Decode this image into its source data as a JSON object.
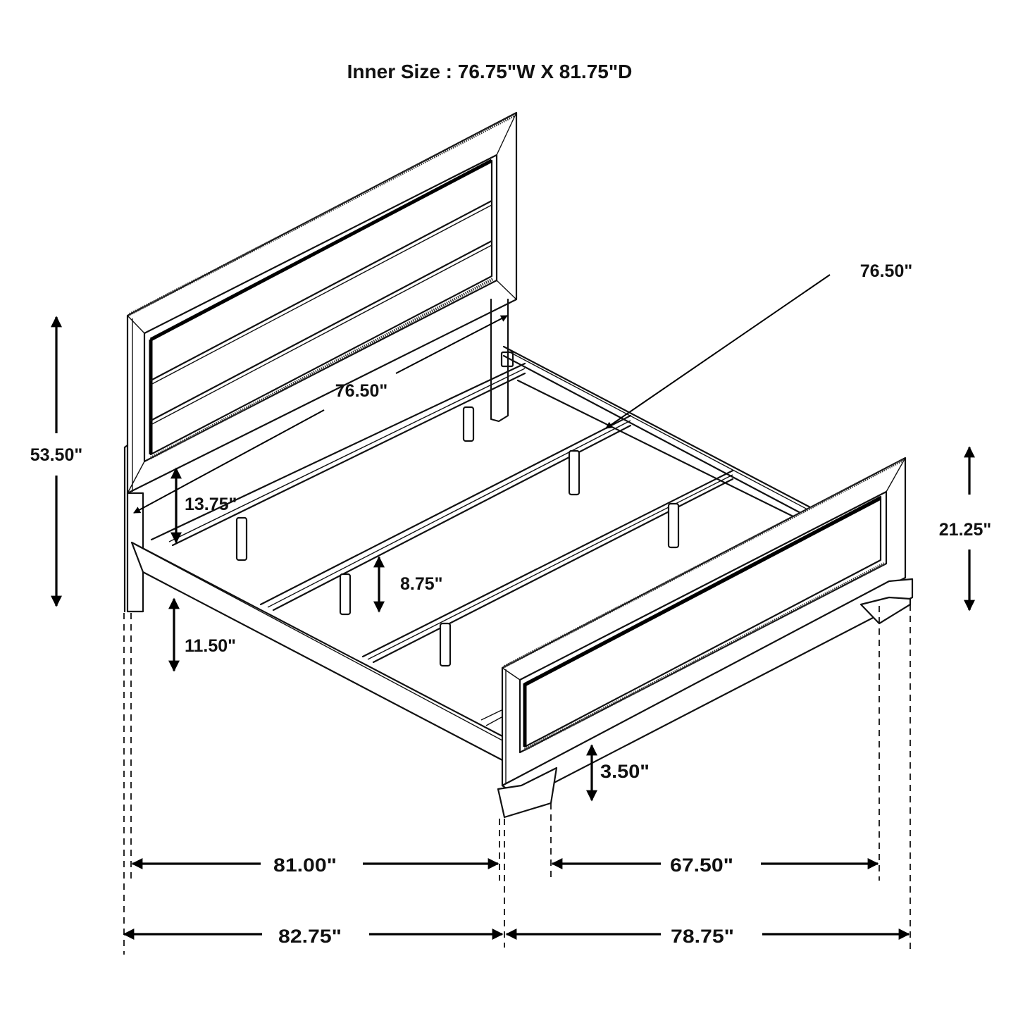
{
  "title": "Inner Size : 76.75\"W X 81.75\"D",
  "colors": {
    "line": "#111111",
    "background": "#ffffff"
  },
  "subject": "bed frame dimension drawing",
  "dimensions": {
    "headboard_height": "53.50\"",
    "footboard_height": "21.25\"",
    "headboard_inner_width": "76.50\"",
    "slat_length": "76.50\"",
    "headboard_panel_clearance": "13.75\"",
    "center_support_leg_height": "8.75\"",
    "side_rail_clearance": "11.50\"",
    "footboard_leg_clearance": "3.50\"",
    "inner_rail_length": "81.00\"",
    "footboard_leg_span": "67.50\"",
    "overall_length": "82.75\"",
    "overall_width": "78.75\""
  }
}
